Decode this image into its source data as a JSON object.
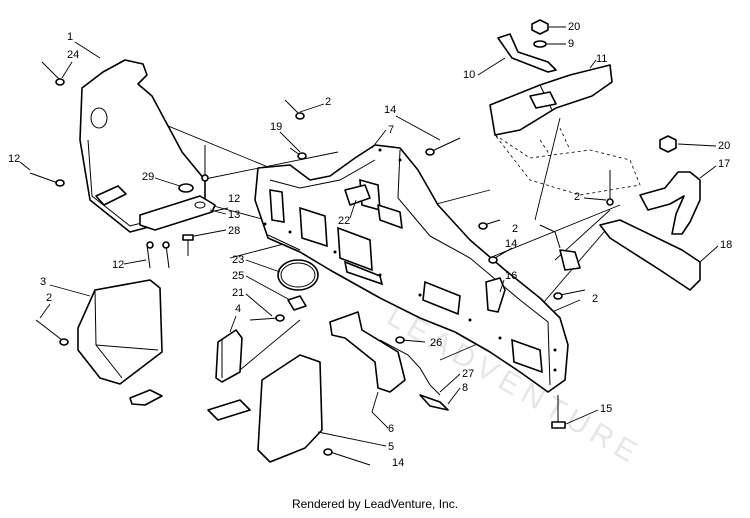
{
  "diagram": {
    "labels": [
      "1",
      "2",
      "2",
      "2",
      "2",
      "2",
      "3",
      "4",
      "5",
      "6",
      "7",
      "8",
      "9",
      "10",
      "11",
      "12",
      "12",
      "12",
      "13",
      "14",
      "14",
      "14",
      "15",
      "16",
      "17",
      "18",
      "19",
      "20",
      "20",
      "21",
      "22",
      "23",
      "24",
      "25",
      "26",
      "27",
      "28",
      "29"
    ]
  },
  "watermark": "LEADVENTURE",
  "footer": {
    "text": "Rendered by LeadVenture, Inc."
  }
}
